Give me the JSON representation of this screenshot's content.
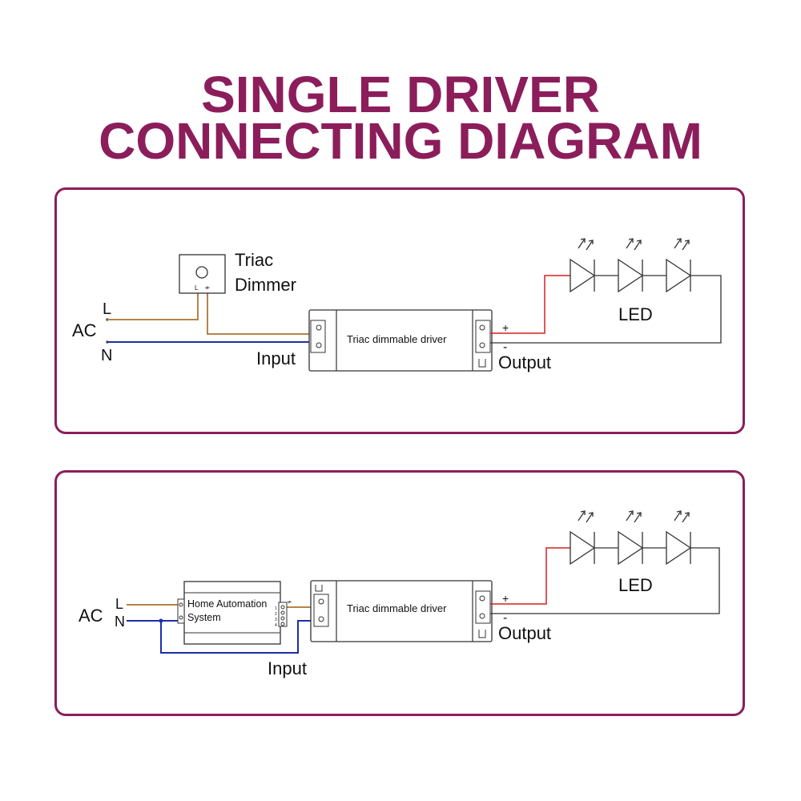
{
  "title": {
    "line1": "SINGLE DRIVER",
    "line2": "CONNECTING DIAGRAM"
  },
  "colors": {
    "accent": "#8c1d5b",
    "live_wire": "#b5834a",
    "neutral_wire": "#1c2fa8",
    "led_wire": "#d22020",
    "outline": "#333333"
  },
  "diagram1": {
    "ac_label": "AC",
    "l_label": "L",
    "n_label": "N",
    "dimmer_label_line1": "Triac",
    "dimmer_label_line2": "Dimmer",
    "dimmer_terminal_l": "L",
    "dimmer_terminal_dim": "≁",
    "driver_label": "Triac dimmable driver",
    "input_label": "Input",
    "output_label": "Output",
    "plus_label": "+",
    "minus_label": "-",
    "led_label": "LED"
  },
  "diagram2": {
    "ac_label": "AC",
    "l_label": "L",
    "n_label": "N",
    "automation_label_line1": "Home Automation",
    "automation_label_line2": "System",
    "terminal_numbers": [
      "1",
      "2",
      "3",
      "4"
    ],
    "terminal_symbol": "≁",
    "driver_label": "Triac dimmable driver",
    "input_label": "Input",
    "output_label": "Output",
    "plus_label": "+",
    "minus_label": "-",
    "led_label": "LED"
  }
}
